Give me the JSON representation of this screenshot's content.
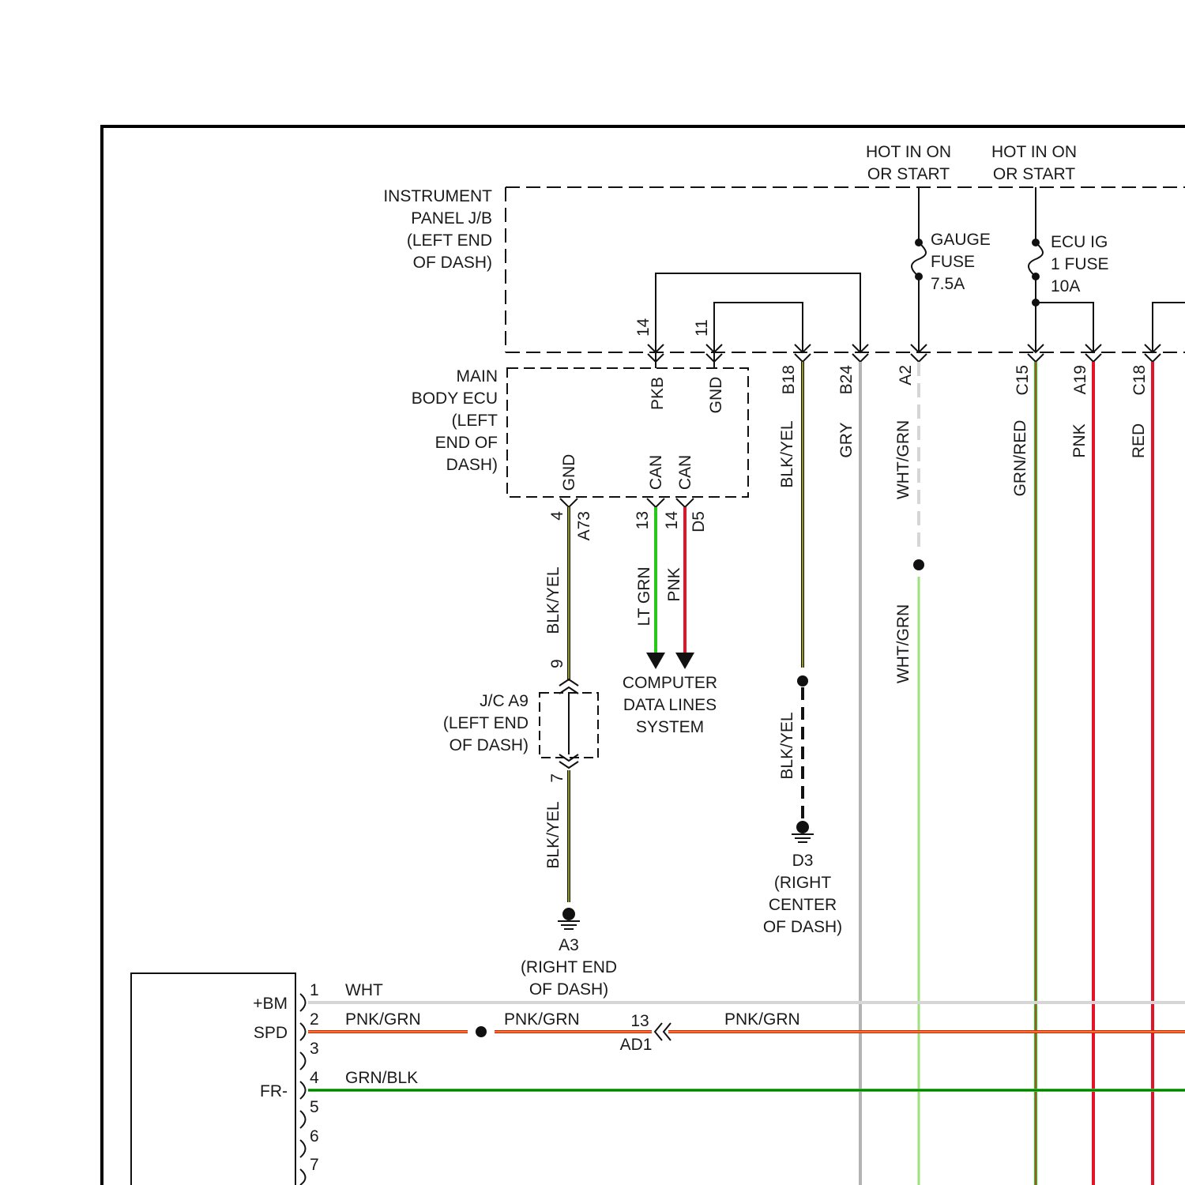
{
  "colors": {
    "gray": "#b4b4b4",
    "wht": "#d6d6d6",
    "green": "#27c919",
    "ltgreen": "#9ee07d",
    "red": "#e3132a",
    "yellow": "#cdd200",
    "black": "#111111"
  },
  "supply": {
    "left": "HOT IN ON\nOR START",
    "right": "HOT IN ON\nOR START"
  },
  "ipjb": {
    "label": "INSTRUMENT\nPANEL J/B\n(LEFT END\nOF DASH)"
  },
  "fuses": {
    "gauge": "GAUGE\nFUSE\n7.5A",
    "ecu": "ECU IG\n1 FUSE\n10A"
  },
  "jb_pins": {
    "p14": "14",
    "p11": "11",
    "b18": "B18",
    "b24": "B24",
    "a2": "A2",
    "c15": "C15",
    "a19": "A19",
    "c18": "C18"
  },
  "ecu": {
    "label": "MAIN\nBODY ECU\n(LEFT\nEND OF\nDASH)",
    "pkb": "PKB",
    "gnd_top": "GND",
    "gnd_bottom": "GND",
    "can1": "CAN",
    "can2": "CAN",
    "pin4": "4",
    "a73": "A73",
    "pin13": "13",
    "pin14": "14",
    "d5": "D5"
  },
  "wires": {
    "blkyel": "BLK/YEL",
    "gry": "GRY",
    "whtgrn": "WHT/GRN",
    "grnred": "GRN/RED",
    "pnk": "PNK",
    "red": "RED",
    "ltgrn": "LT GRN",
    "wht": "WHT",
    "pnkgrn": "PNK/GRN",
    "grnblk": "GRN/BLK"
  },
  "computer_data": "COMPUTER\nDATA LINES\nSYSTEM",
  "jc": {
    "label": "J/C A9\n(LEFT END\nOF DASH)",
    "pin9": "9",
    "pin7": "7"
  },
  "grounds": {
    "a3": "A3\n(RIGHT END\nOF DASH)",
    "d3": "D3\n(RIGHT\nCENTER\nOF DASH)"
  },
  "connector_ad1": {
    "pin": "13",
    "name": "AD1"
  },
  "component": {
    "pins": [
      "1",
      "2",
      "3",
      "4",
      "5",
      "6",
      "7"
    ],
    "labels": {
      "bm": "+BM",
      "spd": "SPD",
      "fr": "FR-"
    }
  }
}
